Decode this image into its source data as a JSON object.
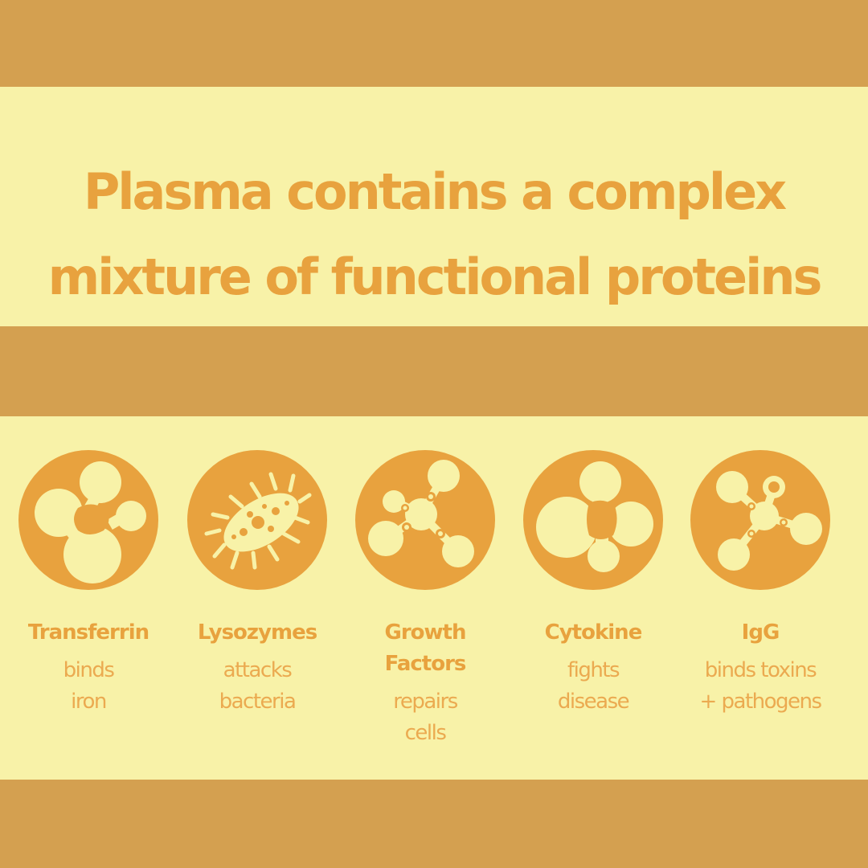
{
  "title": {
    "line1": "Plasma contains a complex",
    "line2": "mixture of functional proteins"
  },
  "colors": {
    "frame": "#D4A050",
    "panel": "#F8F2A8",
    "accent": "#E8A23E"
  },
  "proteins": [
    {
      "icon": "transferrin-molecule-icon",
      "name_lines": [
        "Transferrin"
      ],
      "desc_lines": [
        "binds",
        "iron"
      ]
    },
    {
      "icon": "bacterium-icon",
      "name_lines": [
        "Lysozymes"
      ],
      "desc_lines": [
        "attacks",
        "bacteria"
      ]
    },
    {
      "icon": "growth-factor-molecule-icon",
      "name_lines": [
        "Growth",
        "Factors"
      ],
      "desc_lines": [
        "repairs",
        "cells"
      ]
    },
    {
      "icon": "cytokine-molecule-icon",
      "name_lines": [
        "Cytokine"
      ],
      "desc_lines": [
        "fights",
        "disease"
      ]
    },
    {
      "icon": "igg-molecule-icon",
      "name_lines": [
        "IgG"
      ],
      "desc_lines": [
        "binds toxins",
        "+ pathogens"
      ]
    }
  ]
}
